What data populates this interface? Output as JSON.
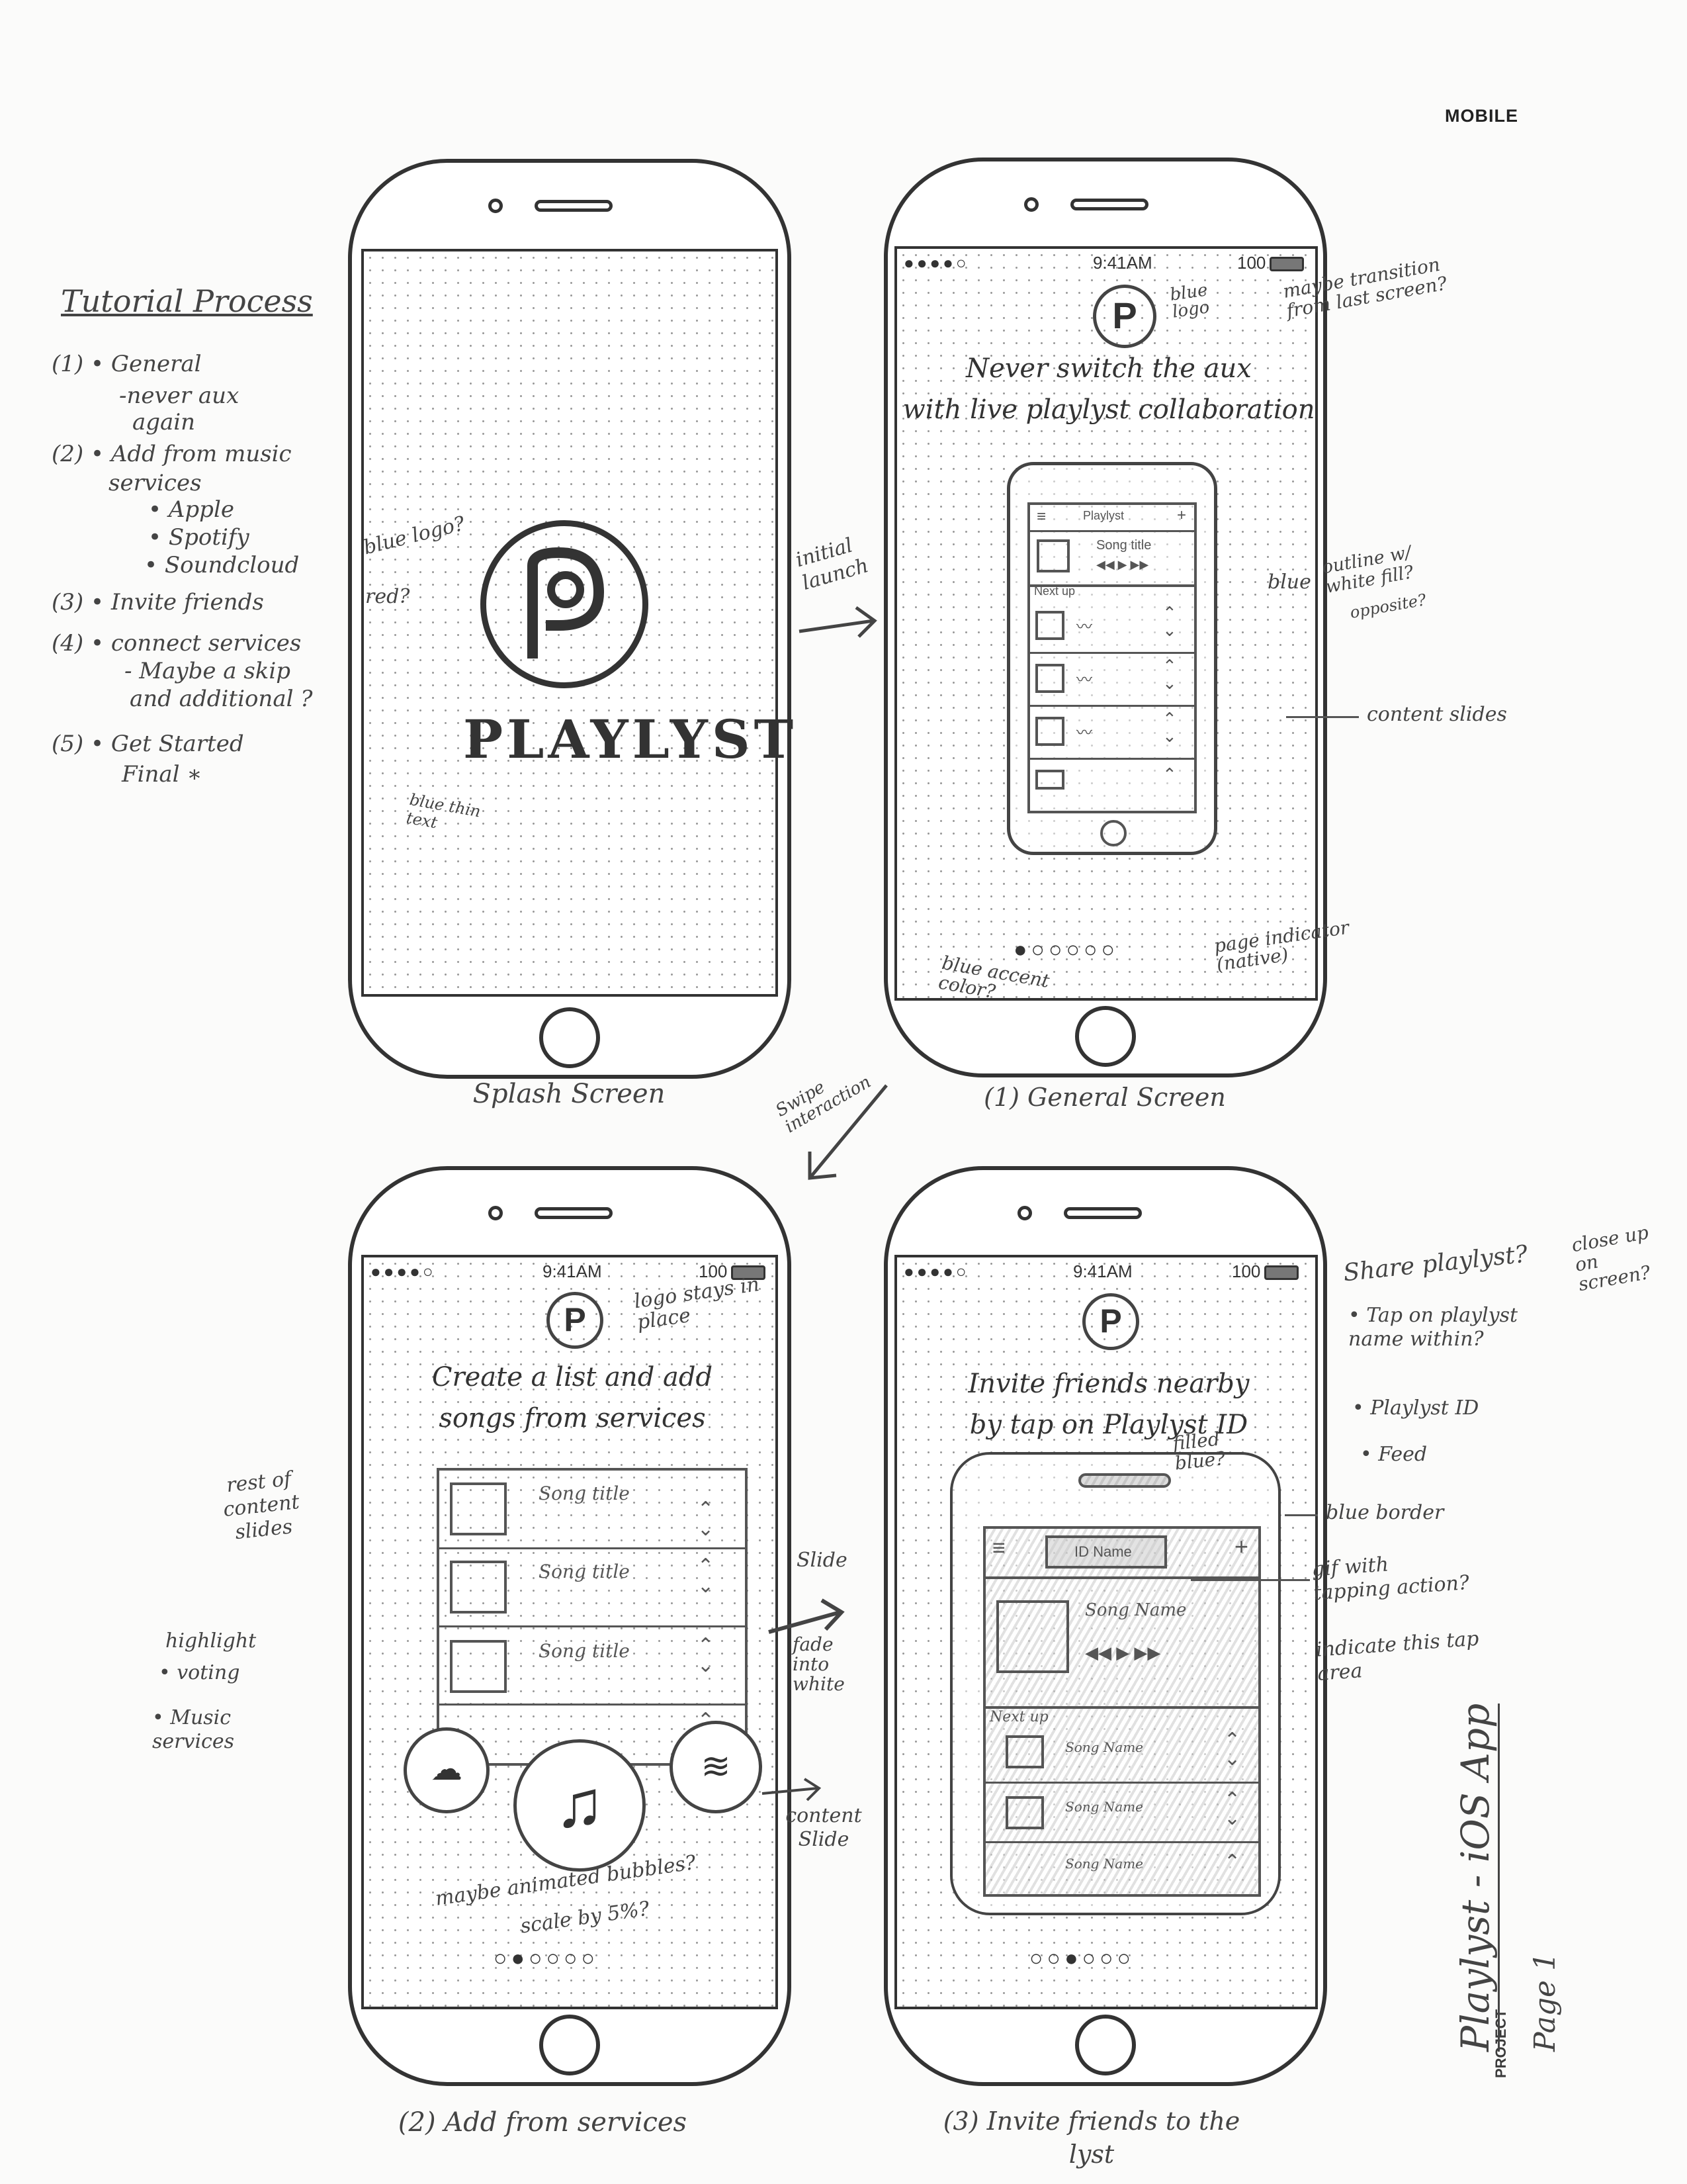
{
  "header": {
    "mobile": "MOBILE"
  },
  "tutorial": {
    "title": "Tutorial Process",
    "items": [
      "(1) • General",
      "-never aux",
      "again",
      "(2) • Add from music",
      "services",
      "• Apple",
      "• Spotify",
      "• Soundcloud",
      "(3) • Invite friends",
      "(4) • connect services",
      "- Maybe a skip",
      "and additional ?",
      "(5) • Get Started",
      "Final ∗"
    ]
  },
  "splash": {
    "caption": "Splash Screen",
    "wordmark": "PLAYLYST",
    "notes": {
      "logo": "blue logo?",
      "red": "red?",
      "thin": "blue thin text"
    },
    "arrow_note": "initial launch"
  },
  "general": {
    "caption": "(1) General Screen",
    "status": {
      "time": "9:41AM",
      "battery": "100"
    },
    "logo_note": "blue logo",
    "transition_note": "maybe transition from last screen?",
    "headline1": "Never switch the aux",
    "headline2": "with live playlyst collaboration",
    "mock": {
      "title": "Playlyst",
      "song": "Song title",
      "next": "Next up"
    },
    "blue_note": "blue",
    "outline_note": "outline w/ white fill?",
    "opposite_note": "opposite?",
    "content_note": "content slides",
    "page_note": "page indicator (native)",
    "accent_note": "blue accent color?",
    "swipe_note": "Swipe interaction"
  },
  "services": {
    "caption": "(2) Add from services",
    "status": {
      "time": "9:41AM",
      "battery": "100"
    },
    "logo_note": "logo stays in place",
    "headline1": "Create a list and add",
    "headline2": "songs from services",
    "songs": [
      "Song title",
      "Song title",
      "Song title"
    ],
    "rest_note": "rest of content slides",
    "highlight_note": "highlight",
    "voting_note": "• voting",
    "music_note": "• Music services",
    "slide_note": "Slide",
    "fade_note": "fade into white",
    "content_slide_note": "content Slide",
    "bubbles_note": "maybe animated bubbles?",
    "scale_note": "scale by 5%?"
  },
  "invite": {
    "caption": "(3) Invite friends to the lyst",
    "status": {
      "time": "9:41AM",
      "battery": "100"
    },
    "headline1": "Invite friends nearby",
    "headline2": "by tap on Playlyst ID",
    "filled_note": "filled blue?",
    "border_note": "blue border",
    "gif_note": "gif with tapping action?",
    "indicate_note": "indicate this tap area",
    "mock": {
      "id": "ID Name",
      "song": "Song Name",
      "next": "Next up",
      "songs": [
        "Song Name",
        "Song Name",
        "Song Name"
      ]
    },
    "share_note": "Share playlyst?",
    "closeup_note": "close up on screen?",
    "share_items": [
      "• Tap on playlyst name within?",
      "• Playlyst ID",
      "• Feed"
    ]
  },
  "footer": {
    "project_label": "PROJECT",
    "project_name": "Playlyst - iOS App",
    "page": "Page 1"
  }
}
